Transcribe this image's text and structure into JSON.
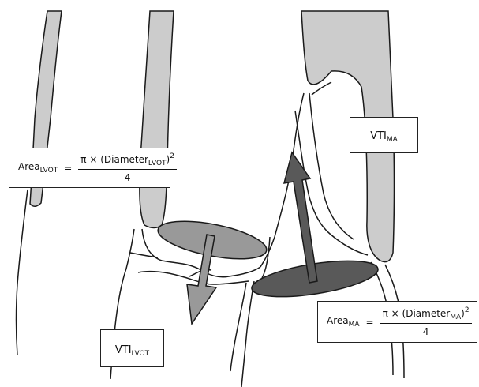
{
  "labels": {
    "vti_ma": {
      "main": "VTI",
      "sub": "MA"
    },
    "vti_lvot": {
      "main": "VTI",
      "sub": "LVOT"
    }
  },
  "formula_lvot": {
    "lhs": "Area",
    "lhs_sub": "LVOT",
    "equals": "=",
    "numerator_prefix": "π × (Diameter",
    "numerator_sub": "LVOT",
    "numerator_suffix": ")",
    "exponent": "2",
    "denominator": "4"
  },
  "formula_ma": {
    "lhs": "Area",
    "lhs_sub": "MA",
    "equals": "=",
    "numerator_prefix": "π × (Diameter",
    "numerator_sub": "MA",
    "numerator_suffix": ")",
    "exponent": "2",
    "denominator": "4"
  },
  "colors": {
    "wall": "#cccccc",
    "lvot_disc": "#999999",
    "ma_disc": "#595959",
    "outline": "#1a1a1a"
  }
}
